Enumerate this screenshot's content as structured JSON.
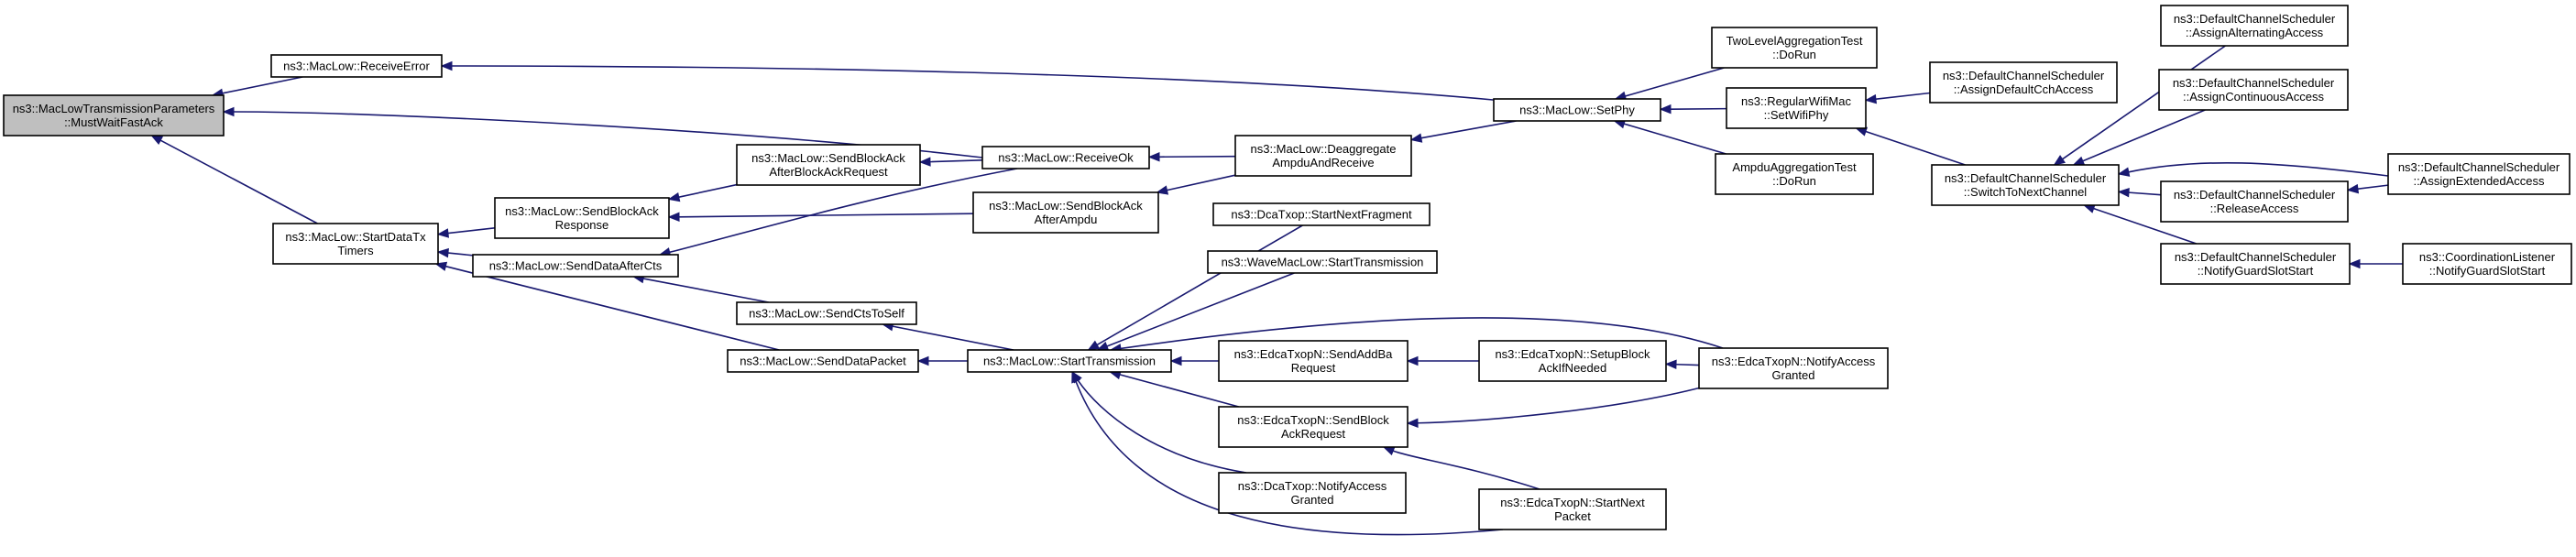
{
  "diagram": {
    "type": "call-graph",
    "colors": {
      "edge": "#191970",
      "root_fill": "#bfbfbf",
      "node_fill": "#ffffff",
      "border": "#000000"
    },
    "nodes": [
      {
        "id": "root",
        "lines": [
          "ns3::MacLowTransmissionParameters",
          "::MustWaitFastAck"
        ],
        "root": true
      },
      {
        "id": "receiveError",
        "lines": [
          "ns3::MacLow::ReceiveError"
        ]
      },
      {
        "id": "startDataTxTimers",
        "lines": [
          "ns3::MacLow::StartDataTx",
          "Timers"
        ]
      },
      {
        "id": "sendBlockAckResponse",
        "lines": [
          "ns3::MacLow::SendBlockAck",
          "Response"
        ]
      },
      {
        "id": "sendDataAfterCts",
        "lines": [
          "ns3::MacLow::SendDataAfterCts"
        ]
      },
      {
        "id": "sendDataPacket",
        "lines": [
          "ns3::MacLow::SendDataPacket"
        ]
      },
      {
        "id": "sendBlockAckAfterBlockAckRequest",
        "lines": [
          "ns3::MacLow::SendBlockAck",
          "AfterBlockAckRequest"
        ]
      },
      {
        "id": "sendCtsToSelf",
        "lines": [
          "ns3::MacLow::SendCtsToSelf"
        ]
      },
      {
        "id": "receiveOk",
        "lines": [
          "ns3::MacLow::ReceiveOk"
        ]
      },
      {
        "id": "sendBlockAckAfterAmpdu",
        "lines": [
          "ns3::MacLow::SendBlockAck",
          "AfterAmpdu"
        ]
      },
      {
        "id": "startTransmission",
        "lines": [
          "ns3::MacLow::StartTransmission"
        ]
      },
      {
        "id": "deaggregate",
        "lines": [
          "ns3::MacLow::Deaggregate",
          "AmpduAndReceive"
        ]
      },
      {
        "id": "dcaStartNextFragment",
        "lines": [
          "ns3::DcaTxop::StartNextFragment"
        ]
      },
      {
        "id": "waveStartTransmission",
        "lines": [
          "ns3::WaveMacLow::StartTransmission"
        ]
      },
      {
        "id": "edcaSendAddBaRequest",
        "lines": [
          "ns3::EdcaTxopN::SendAddBa",
          "Request"
        ]
      },
      {
        "id": "edcaSendBlockAckRequest",
        "lines": [
          "ns3::EdcaTxopN::SendBlock",
          "AckRequest"
        ]
      },
      {
        "id": "dcaNotifyAccessGranted",
        "lines": [
          "ns3::DcaTxop::NotifyAccess",
          "Granted"
        ]
      },
      {
        "id": "setPhy",
        "lines": [
          "ns3::MacLow::SetPhy"
        ]
      },
      {
        "id": "edcaSetupBlockAck",
        "lines": [
          "ns3::EdcaTxopN::SetupBlock",
          "AckIfNeeded"
        ]
      },
      {
        "id": "edcaStartNextPacket",
        "lines": [
          "ns3::EdcaTxopN::StartNext",
          "Packet"
        ]
      },
      {
        "id": "twoLevelTest",
        "lines": [
          "TwoLevelAggregationTest",
          "::DoRun"
        ]
      },
      {
        "id": "regularWifiMac",
        "lines": [
          "ns3::RegularWifiMac",
          "::SetWifiPhy"
        ]
      },
      {
        "id": "ampduTest",
        "lines": [
          "AmpduAggregationTest",
          "::DoRun"
        ]
      },
      {
        "id": "edcaNotifyAccessGranted",
        "lines": [
          "ns3::EdcaTxopN::NotifyAccess",
          "Granted"
        ]
      },
      {
        "id": "assignDefaultCch",
        "lines": [
          "ns3::DefaultChannelScheduler",
          "::AssignDefaultCchAccess"
        ]
      },
      {
        "id": "switchToNextChannel",
        "lines": [
          "ns3::DefaultChannelScheduler",
          "::SwitchToNextChannel"
        ]
      },
      {
        "id": "assignAlternating",
        "lines": [
          "ns3::DefaultChannelScheduler",
          "::AssignAlternatingAccess"
        ]
      },
      {
        "id": "assignContinuous",
        "lines": [
          "ns3::DefaultChannelScheduler",
          "::AssignContinuousAccess"
        ]
      },
      {
        "id": "releaseAccess",
        "lines": [
          "ns3::DefaultChannelScheduler",
          "::ReleaseAccess"
        ]
      },
      {
        "id": "notifyGuardSlotStart",
        "lines": [
          "ns3::DefaultChannelScheduler",
          "::NotifyGuardSlotStart"
        ]
      },
      {
        "id": "assignExtended",
        "lines": [
          "ns3::DefaultChannelScheduler",
          "::AssignExtendedAccess"
        ]
      },
      {
        "id": "coordinationListener",
        "lines": [
          "ns3::CoordinationListener",
          "::NotifyGuardSlotStart"
        ]
      }
    ],
    "edges": [
      {
        "from": "receiveError",
        "to": "root"
      },
      {
        "from": "receiveOk",
        "to": "root"
      },
      {
        "from": "startDataTxTimers",
        "to": "root"
      },
      {
        "from": "setPhy",
        "to": "receiveError"
      },
      {
        "from": "sendBlockAckResponse",
        "to": "startDataTxTimers"
      },
      {
        "from": "sendDataAfterCts",
        "to": "startDataTxTimers"
      },
      {
        "from": "sendDataPacket",
        "to": "startDataTxTimers"
      },
      {
        "from": "sendBlockAckAfterBlockAckRequest",
        "to": "sendBlockAckResponse"
      },
      {
        "from": "sendBlockAckAfterAmpdu",
        "to": "sendBlockAckResponse"
      },
      {
        "from": "receiveOk",
        "to": "sendDataAfterCts"
      },
      {
        "from": "sendCtsToSelf",
        "to": "sendDataAfterCts"
      },
      {
        "from": "startTransmission",
        "to": "sendCtsToSelf"
      },
      {
        "from": "startTransmission",
        "to": "sendDataPacket"
      },
      {
        "from": "receiveOk",
        "to": "sendBlockAckAfterBlockAckRequest"
      },
      {
        "from": "deaggregate",
        "to": "receiveOk"
      },
      {
        "from": "deaggregate",
        "to": "sendBlockAckAfterAmpdu"
      },
      {
        "from": "setPhy",
        "to": "deaggregate"
      },
      {
        "from": "dcaStartNextFragment",
        "to": "startTransmission"
      },
      {
        "from": "waveStartTransmission",
        "to": "startTransmission"
      },
      {
        "from": "edcaSendAddBaRequest",
        "to": "startTransmission"
      },
      {
        "from": "edcaSendBlockAckRequest",
        "to": "startTransmission"
      },
      {
        "from": "dcaNotifyAccessGranted",
        "to": "startTransmission"
      },
      {
        "from": "edcaStartNextPacket",
        "to": "startTransmission"
      },
      {
        "from": "edcaNotifyAccessGranted",
        "to": "startTransmission"
      },
      {
        "from": "edcaSetupBlockAck",
        "to": "edcaSendAddBaRequest"
      },
      {
        "from": "edcaNotifyAccessGranted",
        "to": "edcaSetupBlockAck"
      },
      {
        "from": "edcaNotifyAccessGranted",
        "to": "edcaSendBlockAckRequest"
      },
      {
        "from": "edcaStartNextPacket",
        "to": "edcaSendBlockAckRequest"
      },
      {
        "from": "twoLevelTest",
        "to": "setPhy"
      },
      {
        "from": "regularWifiMac",
        "to": "setPhy"
      },
      {
        "from": "ampduTest",
        "to": "setPhy"
      },
      {
        "from": "assignDefaultCch",
        "to": "regularWifiMac"
      },
      {
        "from": "switchToNextChannel",
        "to": "regularWifiMac"
      },
      {
        "from": "assignAlternating",
        "to": "switchToNextChannel"
      },
      {
        "from": "assignContinuous",
        "to": "switchToNextChannel"
      },
      {
        "from": "releaseAccess",
        "to": "switchToNextChannel"
      },
      {
        "from": "notifyGuardSlotStart",
        "to": "switchToNextChannel"
      },
      {
        "from": "assignExtended",
        "to": "switchToNextChannel"
      },
      {
        "from": "assignExtended",
        "to": "releaseAccess"
      },
      {
        "from": "coordinationListener",
        "to": "notifyGuardSlotStart"
      }
    ]
  }
}
